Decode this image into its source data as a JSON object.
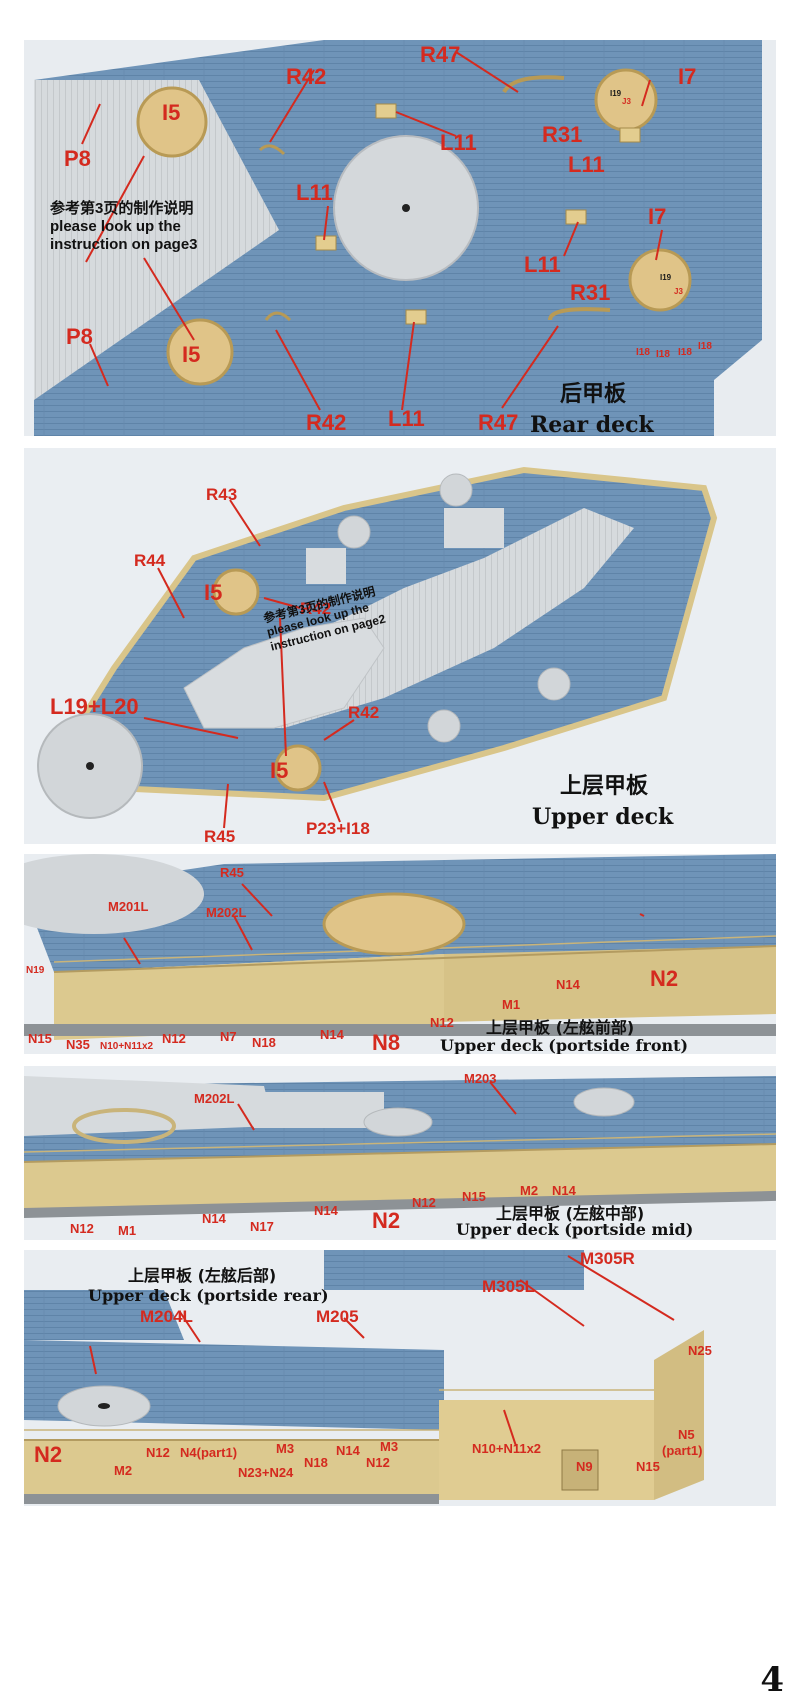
{
  "page_number": "4",
  "rear_deck": {
    "title_cn": "后甲板",
    "title_en": "Rear deck",
    "note_cn": "参考第3页的制作说明",
    "note_en1": "please look up the",
    "note_en2": "instruction on page3",
    "labels": {
      "r47_top": "R47",
      "r42_top": "R42",
      "i5_top": "I5",
      "i7_top": "I7",
      "p8_top": "P8",
      "l11_a": "L11",
      "r31_a": "R31",
      "l11_b": "L11",
      "l11_c": "L11",
      "l11_d": "L11",
      "i7_b": "I7",
      "r31_b": "R31",
      "p8_b": "P8",
      "i5_b": "I5",
      "r42_b": "R42",
      "l11_e": "L11",
      "r47_b": "R47",
      "i18_1": "I18",
      "i18_2": "I18",
      "i18_3": "I18",
      "i18_4": "I18",
      "i19_a": "I19",
      "j3_a": "J3",
      "i19_b": "I19",
      "j3_b": "J3"
    }
  },
  "upper_deck": {
    "title_cn": "上层甲板",
    "title_en": "Upper deck",
    "note_cn": "参考第3页的制作说明",
    "note_en1": "please look up the",
    "note_en2": "instruction on page2",
    "labels": {
      "r43": "R43",
      "r44": "R44",
      "i5_a": "I5",
      "r42_a": "R42",
      "l19l20": "L19+L20",
      "r42_b": "R42",
      "i5_b": "I5",
      "r45": "R45",
      "p23i18": "P23+I18"
    }
  },
  "portside_front": {
    "title_cn": "上层甲板 (左舷前部)",
    "title_en": "Upper deck (portside front)",
    "labels": {
      "r45": "R45",
      "m201l": "M201L",
      "m202l": "M202L",
      "n19": "N19",
      "n15": "N15",
      "n35": "N35",
      "n10n11": "N10+N11x2",
      "n12_a": "N12",
      "n7": "N7",
      "n18": "N18",
      "n14_a": "N14",
      "n8": "N8",
      "m1": "M1",
      "n12_b": "N12",
      "n14_b": "N14",
      "n2": "N2"
    }
  },
  "portside_mid": {
    "title_cn": "上层甲板 (左舷中部)",
    "title_en": "Upper deck (portside mid)",
    "labels": {
      "m202l": "M202L",
      "m203": "M203",
      "n12_a": "N12",
      "m1": "M1",
      "n14_a": "N14",
      "n17": "N17",
      "n14_b": "N14",
      "n2": "N2",
      "n12_b": "N12",
      "n15": "N15",
      "m2": "M2",
      "n14_c": "N14"
    }
  },
  "portside_rear": {
    "title_cn": "上层甲板 (左舷后部)",
    "title_en": "Upper deck (portside rear)",
    "labels": {
      "m305r": "M305R",
      "m305l": "M305L",
      "m204l": "M204L",
      "m205": "M205",
      "n25": "N25",
      "n2": "N2",
      "m2": "M2",
      "n12_a": "N12",
      "n4": "N4(part1)",
      "n23n24": "N23+N24",
      "m3_a": "M3",
      "n18": "N18",
      "n14": "N14",
      "n12_b": "N12",
      "m3_b": "M3",
      "n10n11": "N10+N11x2",
      "n9": "N9",
      "n15": "N15",
      "n5": "N5",
      "n5b": "(part1)"
    }
  },
  "colors": {
    "deck_blue": "#6f94b8",
    "hull_brass": "#d9c58a",
    "gray_plastic": "#cfd3d6",
    "label_red": "#d42a1f"
  }
}
